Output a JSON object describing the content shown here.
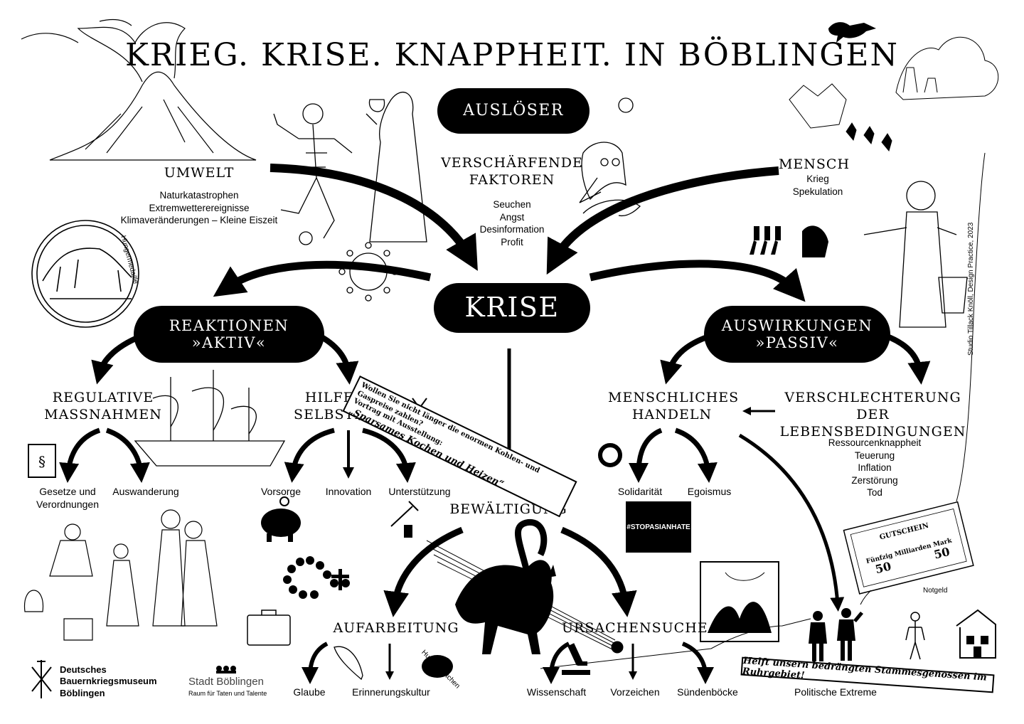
{
  "title": "KRIEG. KRISE. KNAPPHEIT. IN BÖBLINGEN",
  "ausloeser": "AUSLÖSER",
  "krise": "KRISE",
  "umwelt": {
    "heading": "UMWELT",
    "items": [
      "Naturkatastrophen",
      "Extremwetterereignisse",
      "Klimaveränderungen – Kleine Eiszeit"
    ]
  },
  "faktoren": {
    "heading_line1": "VERSCHÄRFENDE",
    "heading_line2": "FAKTOREN",
    "items": [
      "Seuchen",
      "Angst",
      "Desinformation",
      "Profit"
    ]
  },
  "mensch": {
    "heading": "MENSCH",
    "items": [
      "Krieg",
      "Spekulation"
    ]
  },
  "reaktionen": {
    "line1": "REAKTIONEN",
    "line2": "»AKTIV«"
  },
  "auswirkungen": {
    "line1": "AUSWIRKUNGEN",
    "line2": "»PASSIV«"
  },
  "regulative": {
    "line1": "REGULATIVE",
    "line2": "MASSNAHMEN"
  },
  "hilfe": {
    "line1": "HILFE ZUR",
    "line2": "SELBSTHILFE"
  },
  "menschliches": {
    "line1": "MENSCHLICHES",
    "line2": "HANDELN"
  },
  "verschlechterung": {
    "line1": "VERSCHLECHTERUNG DER",
    "line2": "LEBENSBEDINGUNGEN",
    "items": [
      "Ressourcenknappheit",
      "Teuerung",
      "Inflation",
      "Zerstörung",
      "Tod"
    ]
  },
  "leaves": {
    "gesetze": [
      "Gesetze und",
      "Verordnungen"
    ],
    "auswanderung": "Auswanderung",
    "vorsorge": "Vorsorge",
    "innovation": "Innovation",
    "unterstuetzung": "Unterstützung",
    "solidaritaet": "Solidarität",
    "egoismus": "Egoismus",
    "glaube": "Glaube",
    "erinnerungskultur": "Erinnerungskultur",
    "wissenschaft": "Wissenschaft",
    "vorzeichen": "Vorzeichen",
    "suendenboecke": "Sündenböcke",
    "politische_extreme": "Politische Extreme"
  },
  "bewaeltigung": "BEWÄLTIGUNG",
  "aufarbeitung": "AUFARBEITUNG",
  "ursachensuche": "URSACHENSUCHE",
  "hashtag": "#STOPASIANHATE",
  "banner1": {
    "line1": "Wollen Sie nicht länger die enormen Kohlen- und Gaspreise zahlen?",
    "line2": "Vortrag mit Ausstellung:",
    "line3": "„Sparsames Kochen und Heizen“"
  },
  "banner2": "Helft unsern bedrängten Stammesgenossen im Ruhrgebiet!",
  "labels": {
    "hungermedaille": "Hungermedaille",
    "hungerbroetchen": "Hungerbrötchen",
    "notgeld": "Notgeld",
    "gutschein": "GUTSCHEIN",
    "gutschein_amount": "Fünfzig Milliarden Mark",
    "paragraph": "§"
  },
  "credit": "Studio Tillack Knöll, Design Practice, 2023",
  "logos": {
    "museum": [
      "Deutsches",
      "Bauernkriegsmuseum",
      "Böblingen"
    ],
    "stadt": "Stadt Böblingen",
    "stadt_sub": "Raum für Taten und Talente"
  }
}
